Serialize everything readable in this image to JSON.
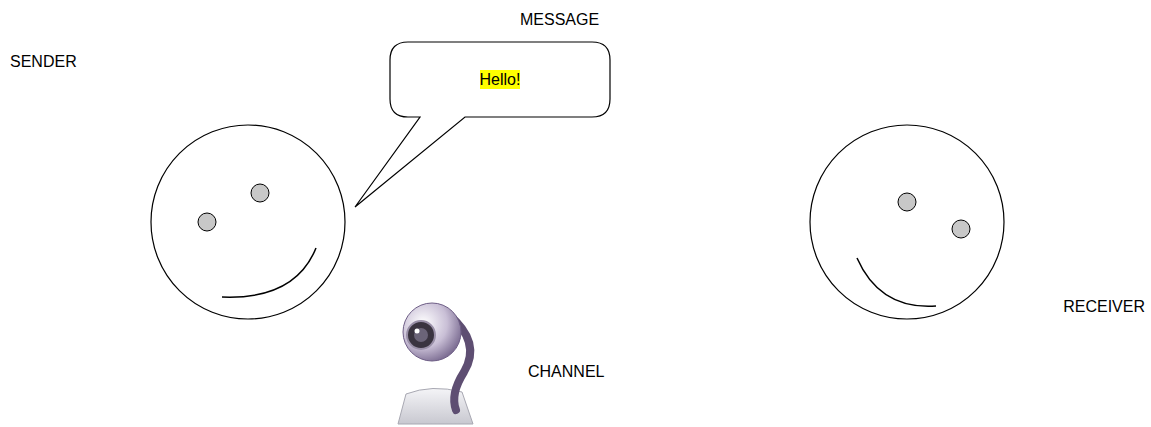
{
  "diagram": {
    "nodes": [
      {
        "text": [
          "Hello!"
        ]
      }
    ],
    "labels": [
      "MESSAGE",
      "SENDER",
      "RECEIVER",
      "CHANNEL"
    ]
  }
}
